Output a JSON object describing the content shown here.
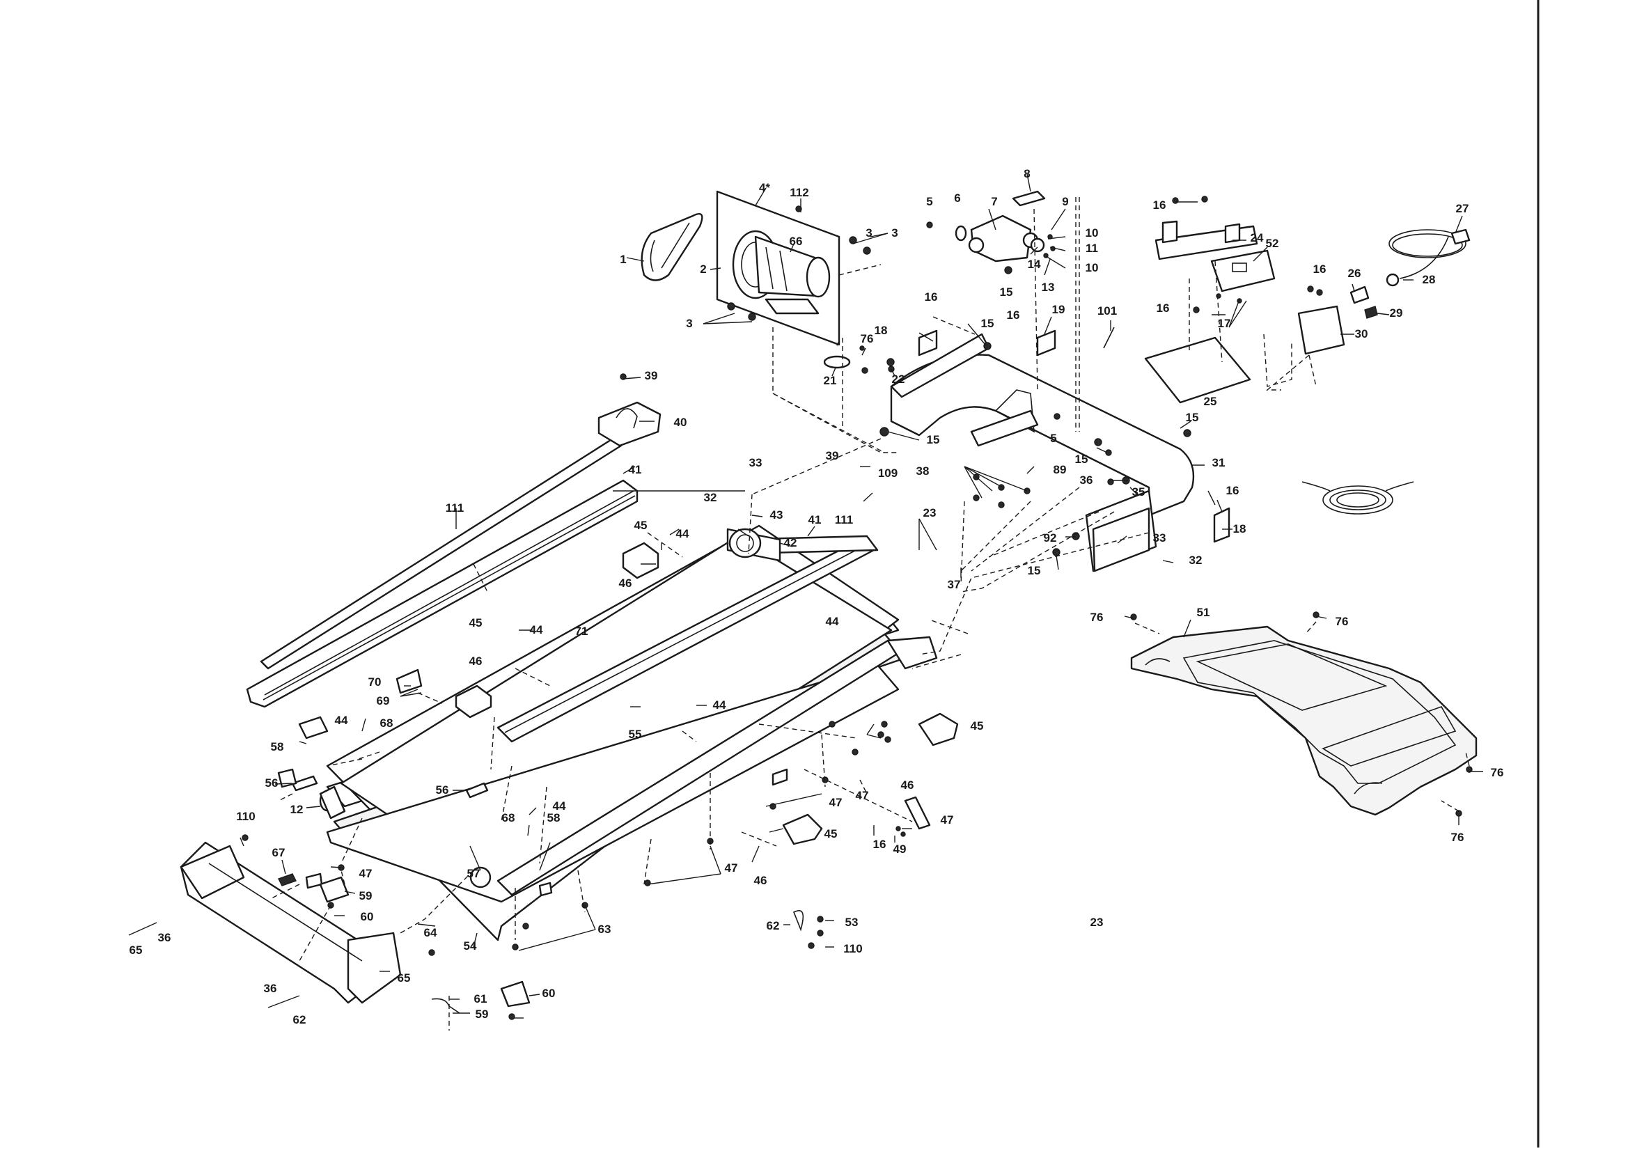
{
  "diagram": {
    "colors": {
      "ink": "#1a1a1a",
      "paper": "#ffffff"
    },
    "callouts": [
      "1",
      "2",
      "3",
      "3",
      "3",
      "4*",
      "112",
      "66",
      "5",
      "6",
      "7",
      "8",
      "9",
      "10",
      "10",
      "11",
      "13",
      "14",
      "15",
      "16",
      "24",
      "52",
      "27",
      "28",
      "26",
      "16",
      "29",
      "30",
      "16",
      "17",
      "25",
      "18",
      "16",
      "15",
      "16",
      "19",
      "101",
      "76",
      "21",
      "22",
      "15",
      "5",
      "15",
      "31",
      "15",
      "39",
      "40",
      "111",
      "41",
      "33",
      "32",
      "43",
      "42",
      "44",
      "45",
      "46",
      "71",
      "45",
      "46",
      "44",
      "41",
      "111",
      "39",
      "109",
      "38",
      "89",
      "36",
      "35",
      "16",
      "18",
      "23",
      "37",
      "92",
      "33",
      "15",
      "32",
      "23",
      "76",
      "51",
      "76",
      "76",
      "76",
      "44",
      "70",
      "69",
      "58",
      "44",
      "68",
      "56",
      "12",
      "55",
      "44",
      "45",
      "46",
      "47",
      "47",
      "49",
      "16",
      "56",
      "110",
      "67",
      "47",
      "59",
      "60",
      "65",
      "36",
      "57",
      "58",
      "68",
      "44",
      "45",
      "46",
      "47",
      "47",
      "63",
      "54",
      "62",
      "53",
      "110",
      "64",
      "65",
      "36",
      "62",
      "61",
      "59",
      "60"
    ]
  }
}
